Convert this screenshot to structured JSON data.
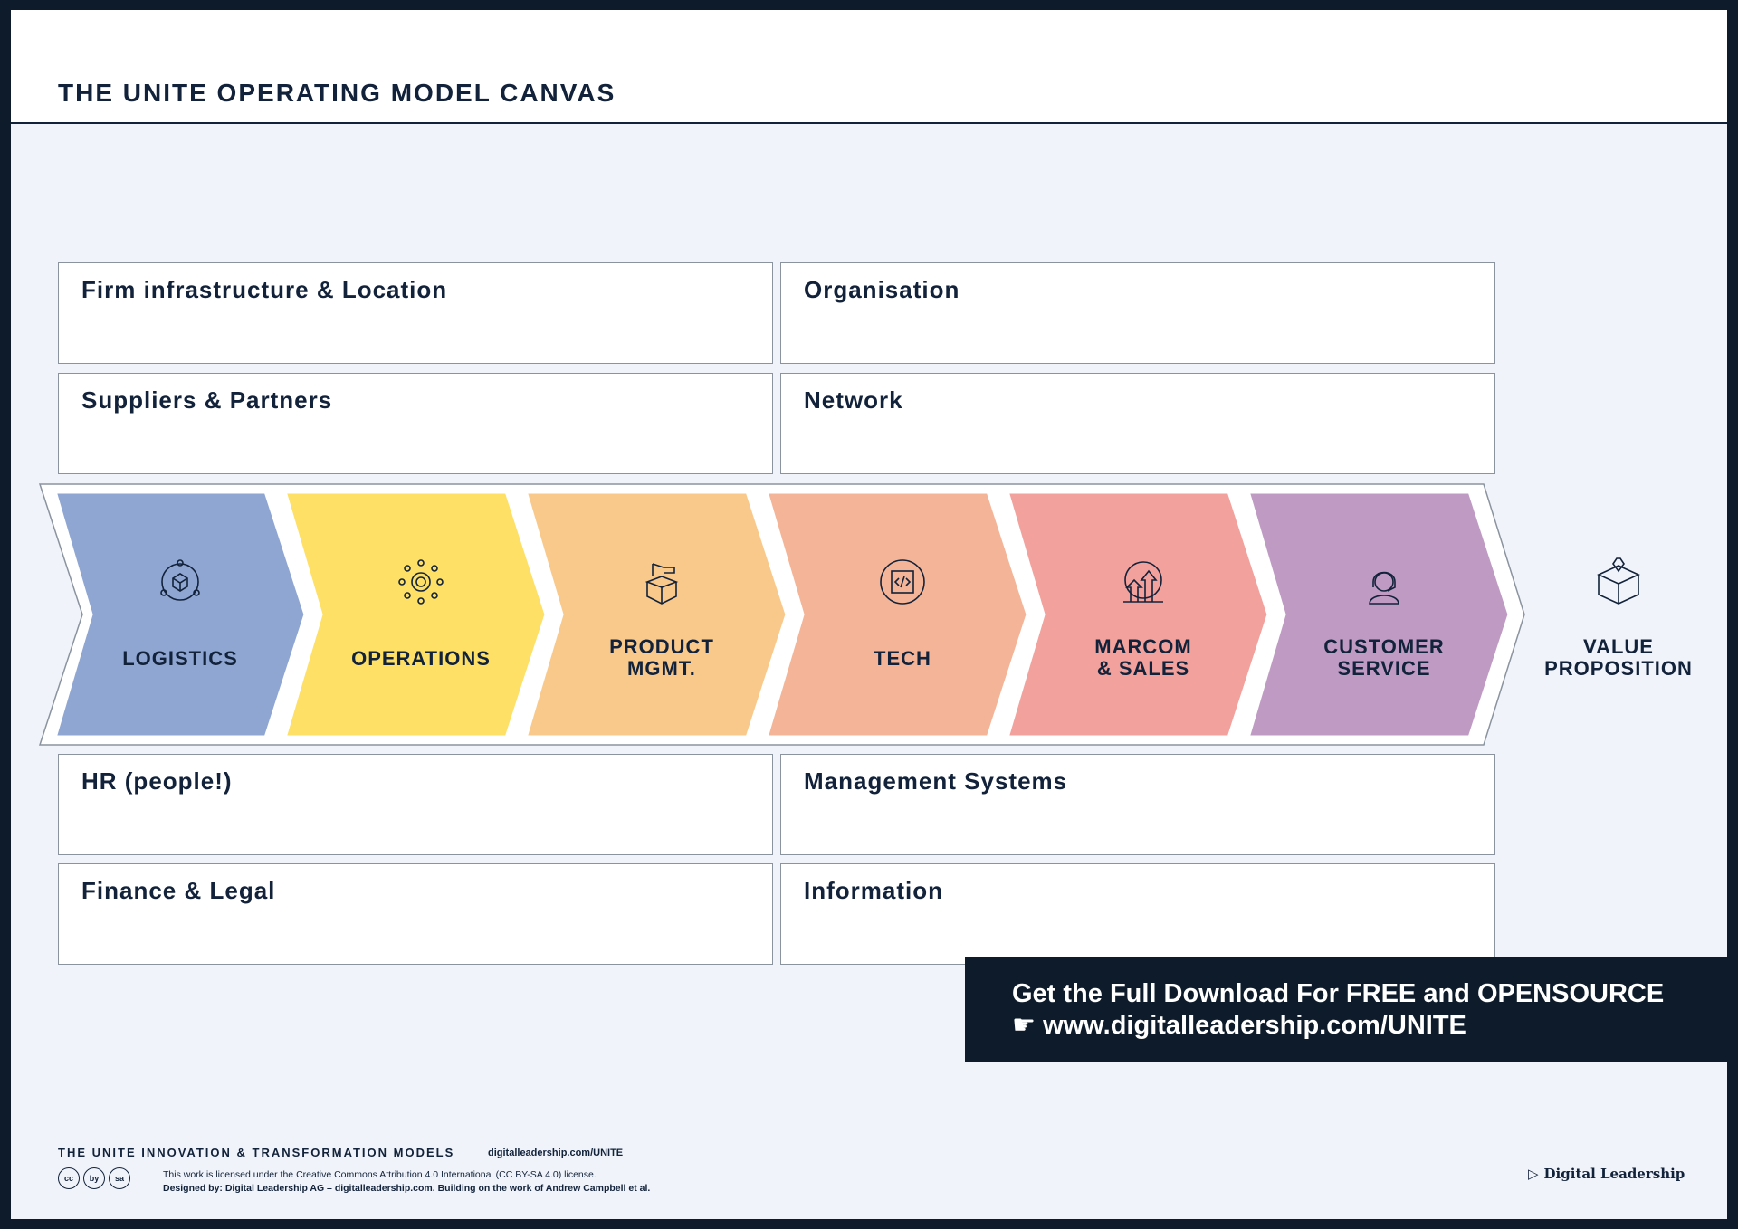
{
  "title": "THE UNITE OPERATING MODEL CANVAS",
  "boxes": {
    "firm_infrastructure": "Firm infrastructure & Location",
    "organisation": "Organisation",
    "suppliers": "Suppliers & Partners",
    "network": "Network",
    "hr": "HR (people!)",
    "management_systems": "Management Systems",
    "finance": "Finance & Legal",
    "information": "Information"
  },
  "value_chain": [
    {
      "label": "LOGISTICS",
      "icon": "logistics-cycle-icon",
      "color": "#8fa6d2"
    },
    {
      "label": "OPERATIONS",
      "icon": "gear-icon",
      "color": "#fde065"
    },
    {
      "label": "PRODUCT\nMGMT.",
      "icon": "product-box-icon",
      "color": "#f9c98c"
    },
    {
      "label": "TECH",
      "icon": "code-icon",
      "color": "#f4b497"
    },
    {
      "label": "MARCOM\n& SALES",
      "icon": "growth-arrows-icon",
      "color": "#f2a19c"
    },
    {
      "label": "CUSTOMER\nSERVICE",
      "icon": "headset-agent-icon",
      "color": "#bf9bc4"
    }
  ],
  "value_proposition": {
    "label": "VALUE\nPROPOSITION",
    "icon": "diamond-box-icon"
  },
  "cta": {
    "line1": "Get the Full Download For FREE and OPENSOURCE",
    "pointer": "☛",
    "line2": "www.digitalleadership.com/UNITE"
  },
  "footer": {
    "title": "THE UNITE INNOVATION & TRANSFORMATION MODELS",
    "url": "digitalleadership.com/UNITE",
    "license": "This work is licensed under the Creative Commons Attribution 4.0 International (CC BY-SA 4.0) license.",
    "designed_by": "Designed by: Digital Leadership AG – digitalleadership.com. Building on the work of Andrew Campbell et al.",
    "cc_icons": [
      "cc",
      "by",
      "sa"
    ],
    "brand": "Digital Leadership"
  }
}
